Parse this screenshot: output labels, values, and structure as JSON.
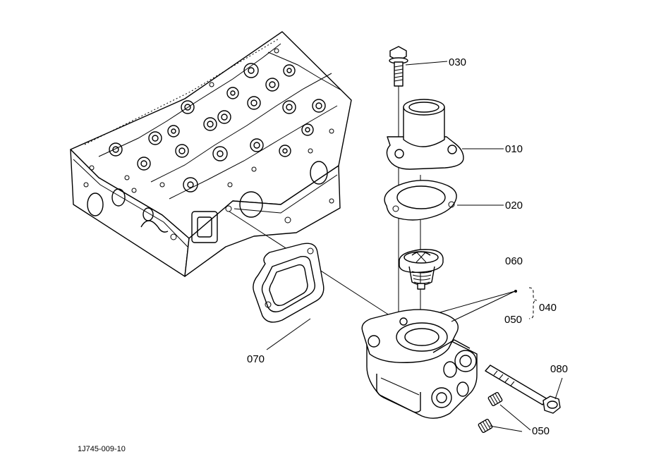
{
  "diagram_id": "1J745-009-10",
  "callouts": {
    "c010": "010",
    "c020": "020",
    "c030": "030",
    "c040": "040",
    "c050_group": "050",
    "c050_plugs": "050",
    "c060": "060",
    "c070": "070",
    "c080": "080"
  },
  "parts": [
    {
      "ref": "010",
      "icon": "thermostat-cover-icon"
    },
    {
      "ref": "020",
      "icon": "cover-gasket-icon"
    },
    {
      "ref": "030",
      "icon": "flange-bolt-icon"
    },
    {
      "ref": "040",
      "icon": "housing-assembly-bracket"
    },
    {
      "ref": "050",
      "icon": "thermostat-housing-icon"
    },
    {
      "ref": "060",
      "icon": "thermostat-icon"
    },
    {
      "ref": "070",
      "icon": "housing-gasket-icon"
    },
    {
      "ref": "080",
      "icon": "long-bolt-icon"
    }
  ]
}
